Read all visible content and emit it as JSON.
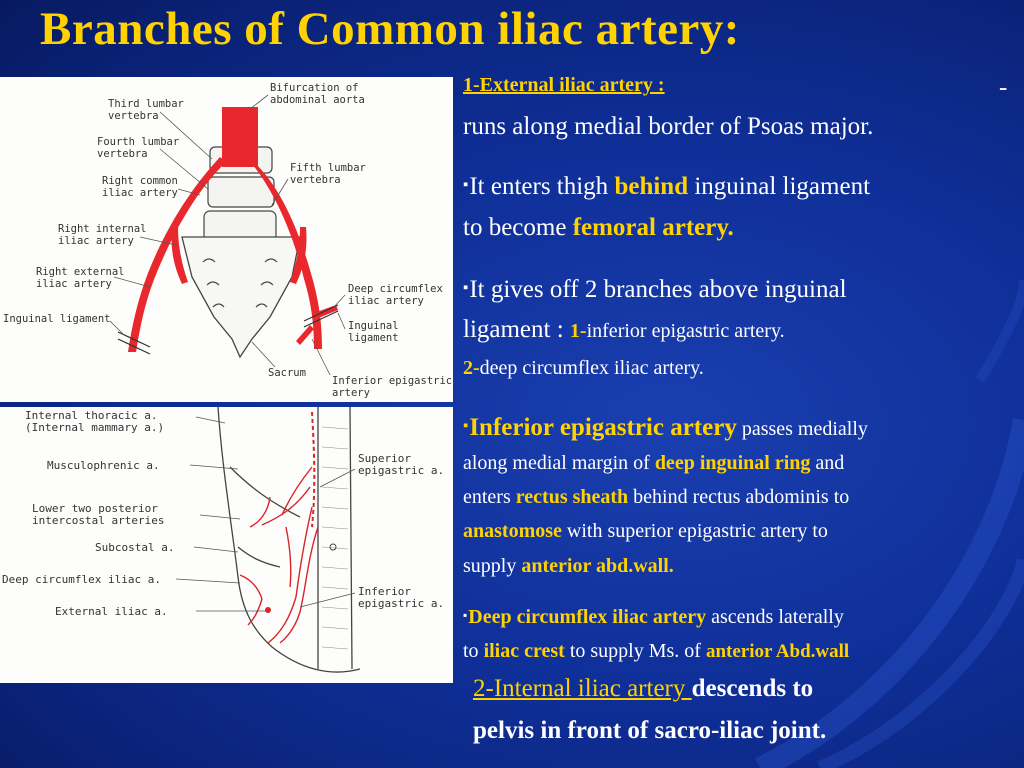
{
  "slide": {
    "title": "Branches of  Common iliac artery:",
    "colors": {
      "heading": "#ffd200",
      "background": "#0f2f98",
      "artery": "#e8282d"
    }
  },
  "figure_top": {
    "labels": {
      "bifurcation": "Bifurcation of\nabdominal aorta",
      "third_lumbar": "Third lumbar\nvertebra",
      "fourth_lumbar": "Fourth lumbar\nvertebra",
      "fifth_lumbar": "Fifth lumbar\nvertebra",
      "right_common": "Right common\niliac artery",
      "right_internal": "Right internal\niliac artery",
      "right_external": "Right external\niliac artery",
      "inguinal_left": "Inguinal ligament",
      "deep_circumflex": "Deep circumflex\niliac artery",
      "inguinal_right": "Inguinal\nligament",
      "sacrum": "Sacrum",
      "inferior_epigastric": "Inferior epigastric\nartery"
    }
  },
  "figure_bottom": {
    "labels": {
      "internal_thoracic": "Internal thoracic a.\n(Internal mammary a.)",
      "musculophrenic": "Musculophrenic a.",
      "lower_two": "Lower two posterior\nintercostal arteries",
      "subcostal": "Subcostal a.",
      "deep_circumflex": "Deep circumflex iliac a.",
      "external_iliac": "External iliac a.",
      "superior_epigastric": "Superior\nepigastric a.",
      "inferior_epigastric": "Inferior\nepigastric a."
    }
  },
  "text": {
    "p1_heading": "1-External iliac artery :",
    "p1_dash": "-",
    "p1_line2": "runs along medial border of  Psoas major.",
    "bullet": "▪",
    "p2_a": "It enters thigh ",
    "p2_b": "behind",
    "p2_c": " inguinal ligament",
    "p2_d": "to become ",
    "p2_e": "femoral artery.",
    "p3_a": "It gives off   2 branches above inguinal",
    "p3_b": "ligament : ",
    "p3_c": "1-",
    "p3_d": "inferior epigastric artery.",
    "p3_e": "2-",
    "p3_f": "deep circumflex iliac artery.",
    "p4_a": "Inferior epigastric artery",
    "p4_b": " passes medially",
    "p4_c": "along medial margin of  ",
    "p4_d": "deep inguinal ring",
    "p4_e": " and",
    "p4_f": "enters ",
    "p4_g": "rectus sheath",
    "p4_h": " behind rectus abdominis to",
    "p4_i": "anastomose",
    "p4_j": " with superior epigastric artery to",
    "p4_k": "supply ",
    "p4_l": "anterior abd.wall.",
    "p5_a": "Deep circumflex iliac artery",
    "p5_b": " ascends laterally",
    "p5_c": "to ",
    "p5_d": "iliac crest",
    "p5_e": " to supply Ms. of  ",
    "p5_f": "anterior Abd.wall",
    "p6_a": "2-Internal iliac artery ",
    "p6_b": "descends to",
    "p6_c": "pelvis in front of  sacro-iliac joint."
  }
}
